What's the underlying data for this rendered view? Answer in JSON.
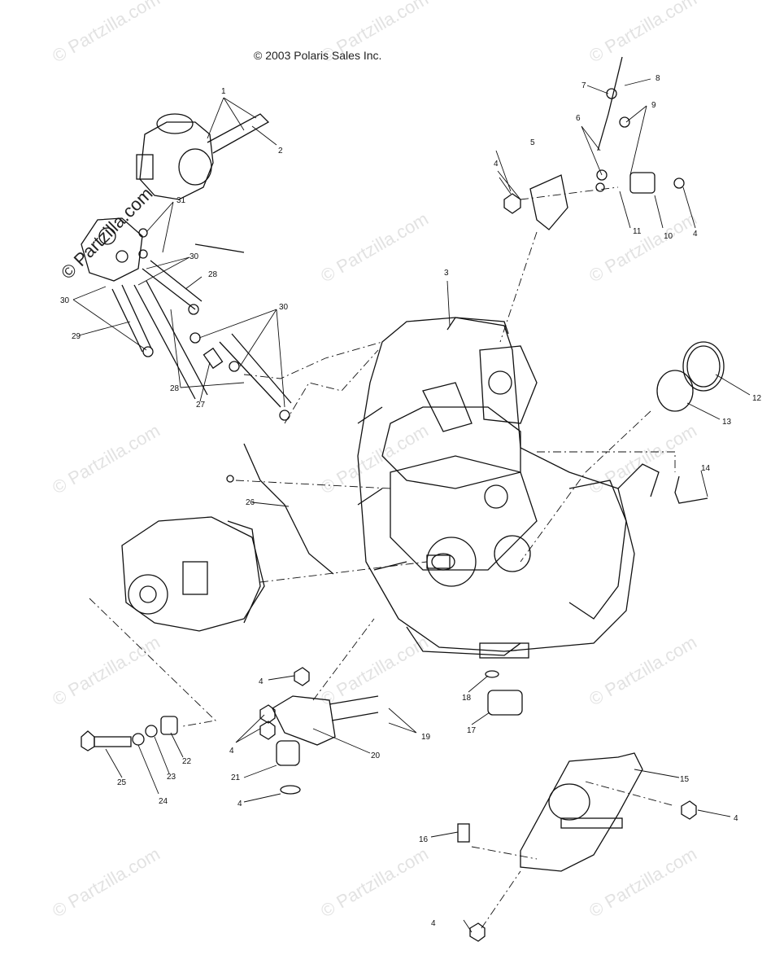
{
  "copyright": "© 2003 Polaris Sales Inc.",
  "watermark": "© Partzilla.com",
  "watermark_strong": "© Partzilla.com",
  "callouts": [
    "1",
    "2",
    "3",
    "4",
    "5",
    "6",
    "7",
    "8",
    "9",
    "10",
    "11",
    "12",
    "13",
    "14",
    "15",
    "16",
    "17",
    "18",
    "19",
    "20",
    "21",
    "22",
    "23",
    "24",
    "25",
    "26",
    "27",
    "28",
    "29",
    "30",
    "31"
  ]
}
